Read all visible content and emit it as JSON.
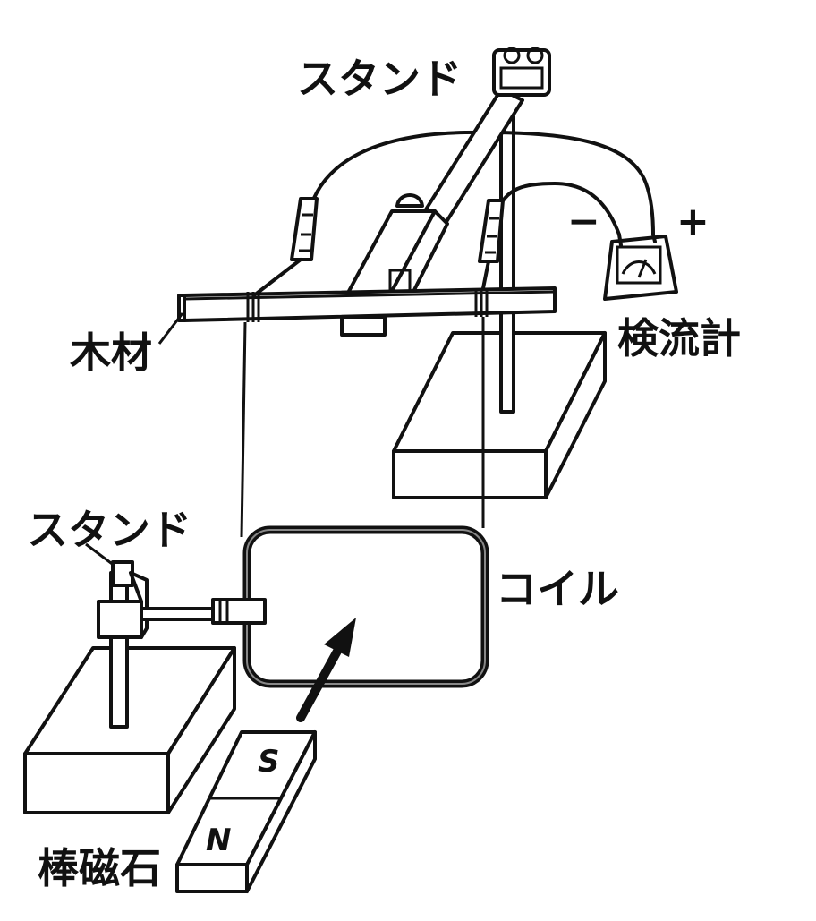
{
  "labels": {
    "stand_top": "スタンド",
    "stand_left": "スタンド",
    "wood": "木材",
    "galvanometer": "検流計",
    "coil": "コイル",
    "bar_magnet": "棒磁石"
  },
  "galvanometer": {
    "minus": "−",
    "plus": "+"
  },
  "magnet": {
    "pole_s": "S",
    "pole_n": "N"
  }
}
